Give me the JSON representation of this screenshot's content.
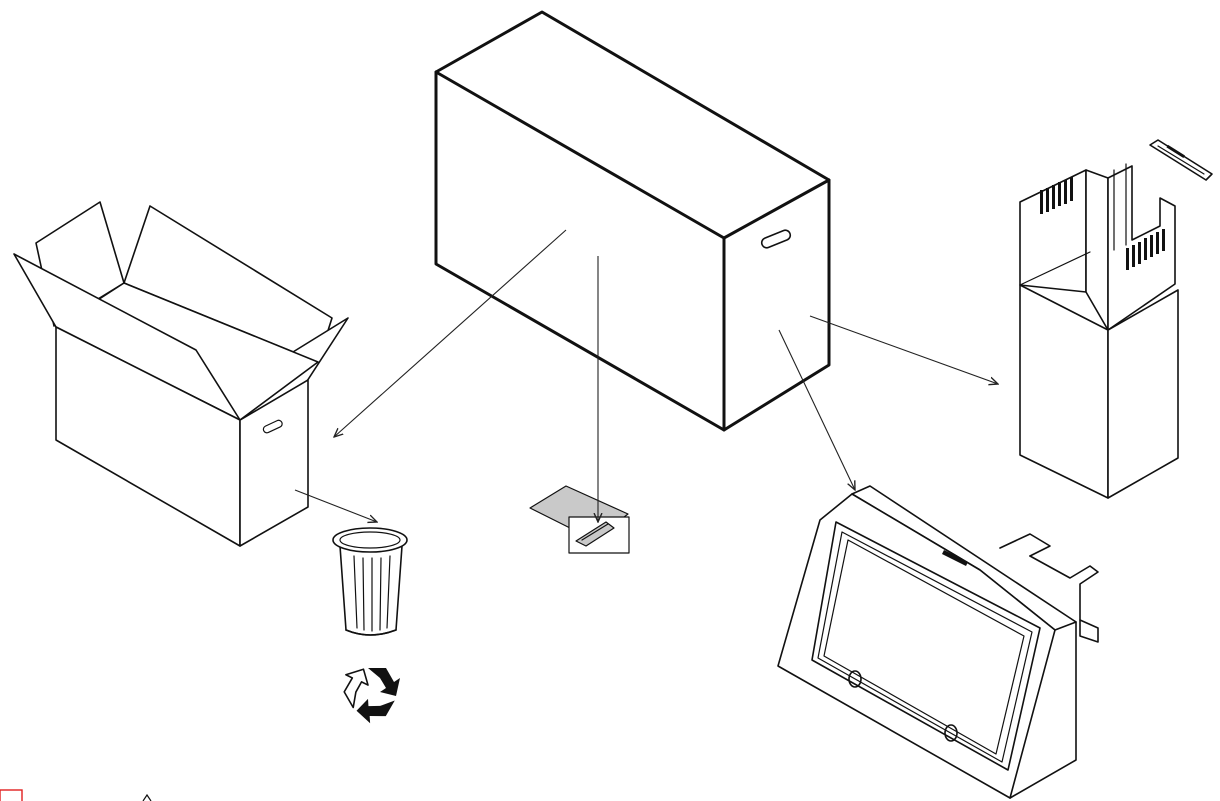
{
  "diagram": {
    "type": "unpacking-illustration",
    "items": [
      {
        "id": "shipping-carton",
        "icon": "closed-box-icon"
      },
      {
        "id": "open-carton",
        "icon": "open-box-icon"
      },
      {
        "id": "waste-bin",
        "icon": "trash-bin-icon"
      },
      {
        "id": "recycle-symbol",
        "icon": "recycle-icon"
      },
      {
        "id": "document-bag",
        "icon": "document-envelope-icon"
      },
      {
        "id": "chimney-cover",
        "icon": "chimney-duct-icon"
      },
      {
        "id": "mounting-bracket",
        "icon": "bracket-icon"
      },
      {
        "id": "hood-unit",
        "icon": "cooker-hood-icon"
      }
    ],
    "colors": {
      "line": "#111111",
      "paper": "#ffffff",
      "bag": "#c9c9c9",
      "corner_mark": "#e02020"
    }
  }
}
